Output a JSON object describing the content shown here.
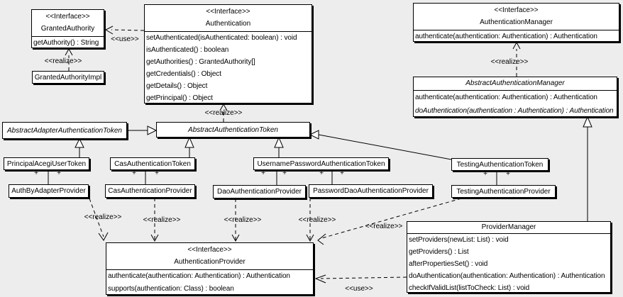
{
  "diagram": {
    "bg": "#ededed",
    "box_fill": "#ffffff",
    "line_color": "#000000"
  },
  "classes": {
    "granted_authority": {
      "stereotype": "<<Interface>>",
      "name": "GrantedAuthority",
      "methods": [
        "getAuthority() : String"
      ]
    },
    "granted_authority_impl": {
      "name": "GrantedAuthorityImpl"
    },
    "authentication": {
      "stereotype": "<<Interface>>",
      "name": "Authentication",
      "methods": [
        "setAuthenticated(isAuthenticated: boolean) : void",
        "isAuthenticated() : boolean",
        "getAuthorities() : GrantedAuthority[]",
        "getCredentials() : Object",
        "getDetails() : Object",
        "getPrincipal() : Object"
      ]
    },
    "authentication_manager": {
      "stereotype": "<<Interface>>",
      "name": "AuthenticationManager",
      "methods": [
        "authenticate(authentication: Authentication) : Authentication"
      ]
    },
    "abstract_authentication_manager": {
      "name": "AbstractAuthenticationManager",
      "methods": [
        "authenticate(authentication: Authentication) : Authentication",
        "doAuthentication(authentication : Authentication) : Authentication"
      ]
    },
    "abstract_adapter_authentication_token": {
      "name": "AbstractAdapterAuthenticationToken"
    },
    "abstract_authentication_token": {
      "name": "AbstractAuthenticationToken"
    },
    "principal_acegi_user_token": {
      "name": "PrincipalAcegiUserToken"
    },
    "cas_authentication_token": {
      "name": "CasAuthenticationToken"
    },
    "username_password_authentication_token": {
      "name": "UsernamePasswordAuthenticationToken"
    },
    "testing_authentication_token": {
      "name": "TestingAuthenticationToken"
    },
    "auth_by_adapter_provider": {
      "name": "AuthByAdapterProvider"
    },
    "cas_authentication_provider": {
      "name": "CasAuthenticationProvider"
    },
    "dao_authentication_provider": {
      "name": "DaoAuthenticationProvider"
    },
    "password_dao_authentication_provider": {
      "name": "PasswordDaoAuthenticationProvider"
    },
    "testing_authentication_provider": {
      "name": "TestingAuthenticationProvider"
    },
    "authentication_provider": {
      "stereotype": "<<Interface>>",
      "name": "AuthenticationProvider",
      "methods": [
        "authenticate(authentication: Authentication) : Authentication",
        "supports(authentication: Class) : boolean"
      ]
    },
    "provider_manager": {
      "name": "ProviderManager",
      "methods": [
        "setProviders(newList: List) : void",
        "getProviders() : List",
        "afterPropertiesSet() : void",
        "doAuthentication(authentication: Authentication) : Authentication",
        "checkIfValidList(listToCheck: List) : void"
      ]
    }
  },
  "edge_labels": {
    "use": "<<use>>",
    "realize": "<<realize>>",
    "plus": "+"
  }
}
